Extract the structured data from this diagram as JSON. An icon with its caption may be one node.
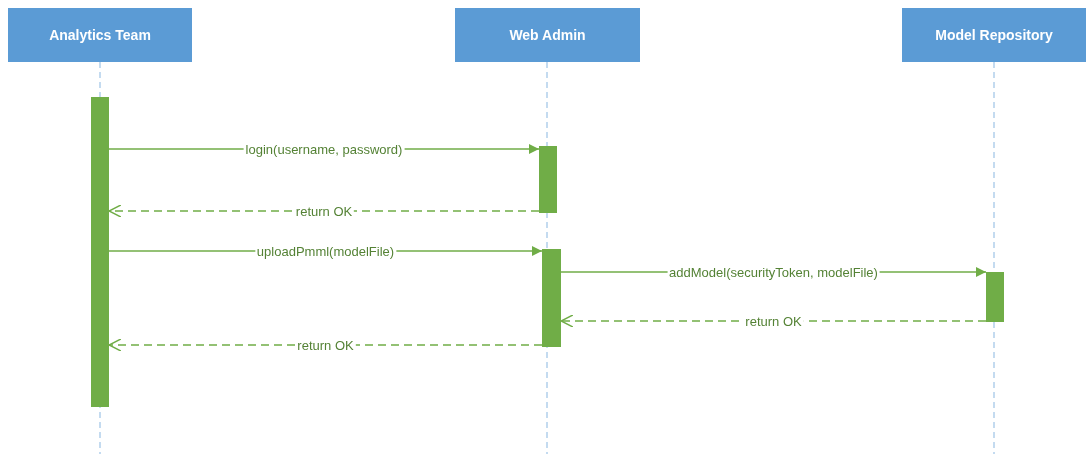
{
  "diagram": {
    "nodes": [
      {
        "text": [
          "Analytics Team"
        ]
      },
      {
        "text": [
          "Web Admin"
        ]
      },
      {
        "text": [
          "Model Repository"
        ]
      },
      {
        "text": [],
        "shape": "bar"
      },
      {
        "text": [],
        "shape": "bar"
      },
      {
        "text": [],
        "shape": "bar"
      },
      {
        "text": [],
        "shape": "bar"
      }
    ],
    "edges": [
      {
        "from": 3,
        "to": 4,
        "arrow": "to",
        "label": "login(username, password)"
      },
      {
        "from": 4,
        "to": 3,
        "arrow": "to",
        "label": "return OK",
        "style": "dashed"
      },
      {
        "from": 3,
        "to": 5,
        "arrow": "to",
        "label": "uploadPmml(modelFile)"
      },
      {
        "from": 5,
        "to": 6,
        "arrow": "to",
        "label": "addModel(securityToken, modelFile)"
      },
      {
        "from": 6,
        "to": 5,
        "arrow": "to",
        "label": "return OK",
        "style": "dashed"
      },
      {
        "from": 5,
        "to": 3,
        "arrow": "to",
        "label": "return OK",
        "style": "dashed"
      }
    ]
  }
}
